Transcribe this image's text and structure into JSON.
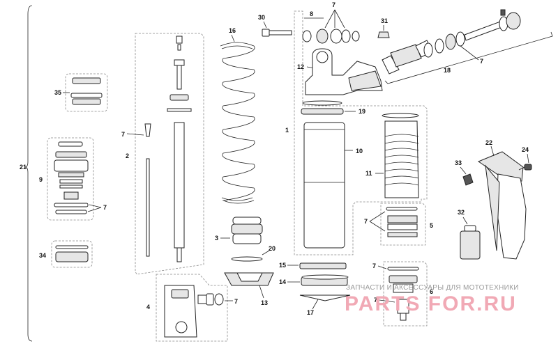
{
  "labels": {
    "p1": "1",
    "p2": "2",
    "p3": "3",
    "p4": "4",
    "p5": "5",
    "p6": "6",
    "p7": "7",
    "p8": "8",
    "p9": "9",
    "p10": "10",
    "p11": "11",
    "p12": "12",
    "p13": "13",
    "p14": "14",
    "p15": "15",
    "p16": "16",
    "p17": "17",
    "p18": "18",
    "p19": "19",
    "p20": "20",
    "p21": "21",
    "p22": "22",
    "p24": "24",
    "p30": "30",
    "p31": "31",
    "p32": "32",
    "p33": "33",
    "p34": "34",
    "p35": "35"
  },
  "watermark": {
    "caption": "ЗАПЧАСТИ И АКСЕССУАРЫ ДЛЯ МОТОТЕХНИКИ",
    "brand": "PARTS FOR.RU"
  },
  "colors": {
    "line": "#222222",
    "watermark_brand": "#f1a9b5",
    "watermark_caption": "#9a9a9a"
  }
}
